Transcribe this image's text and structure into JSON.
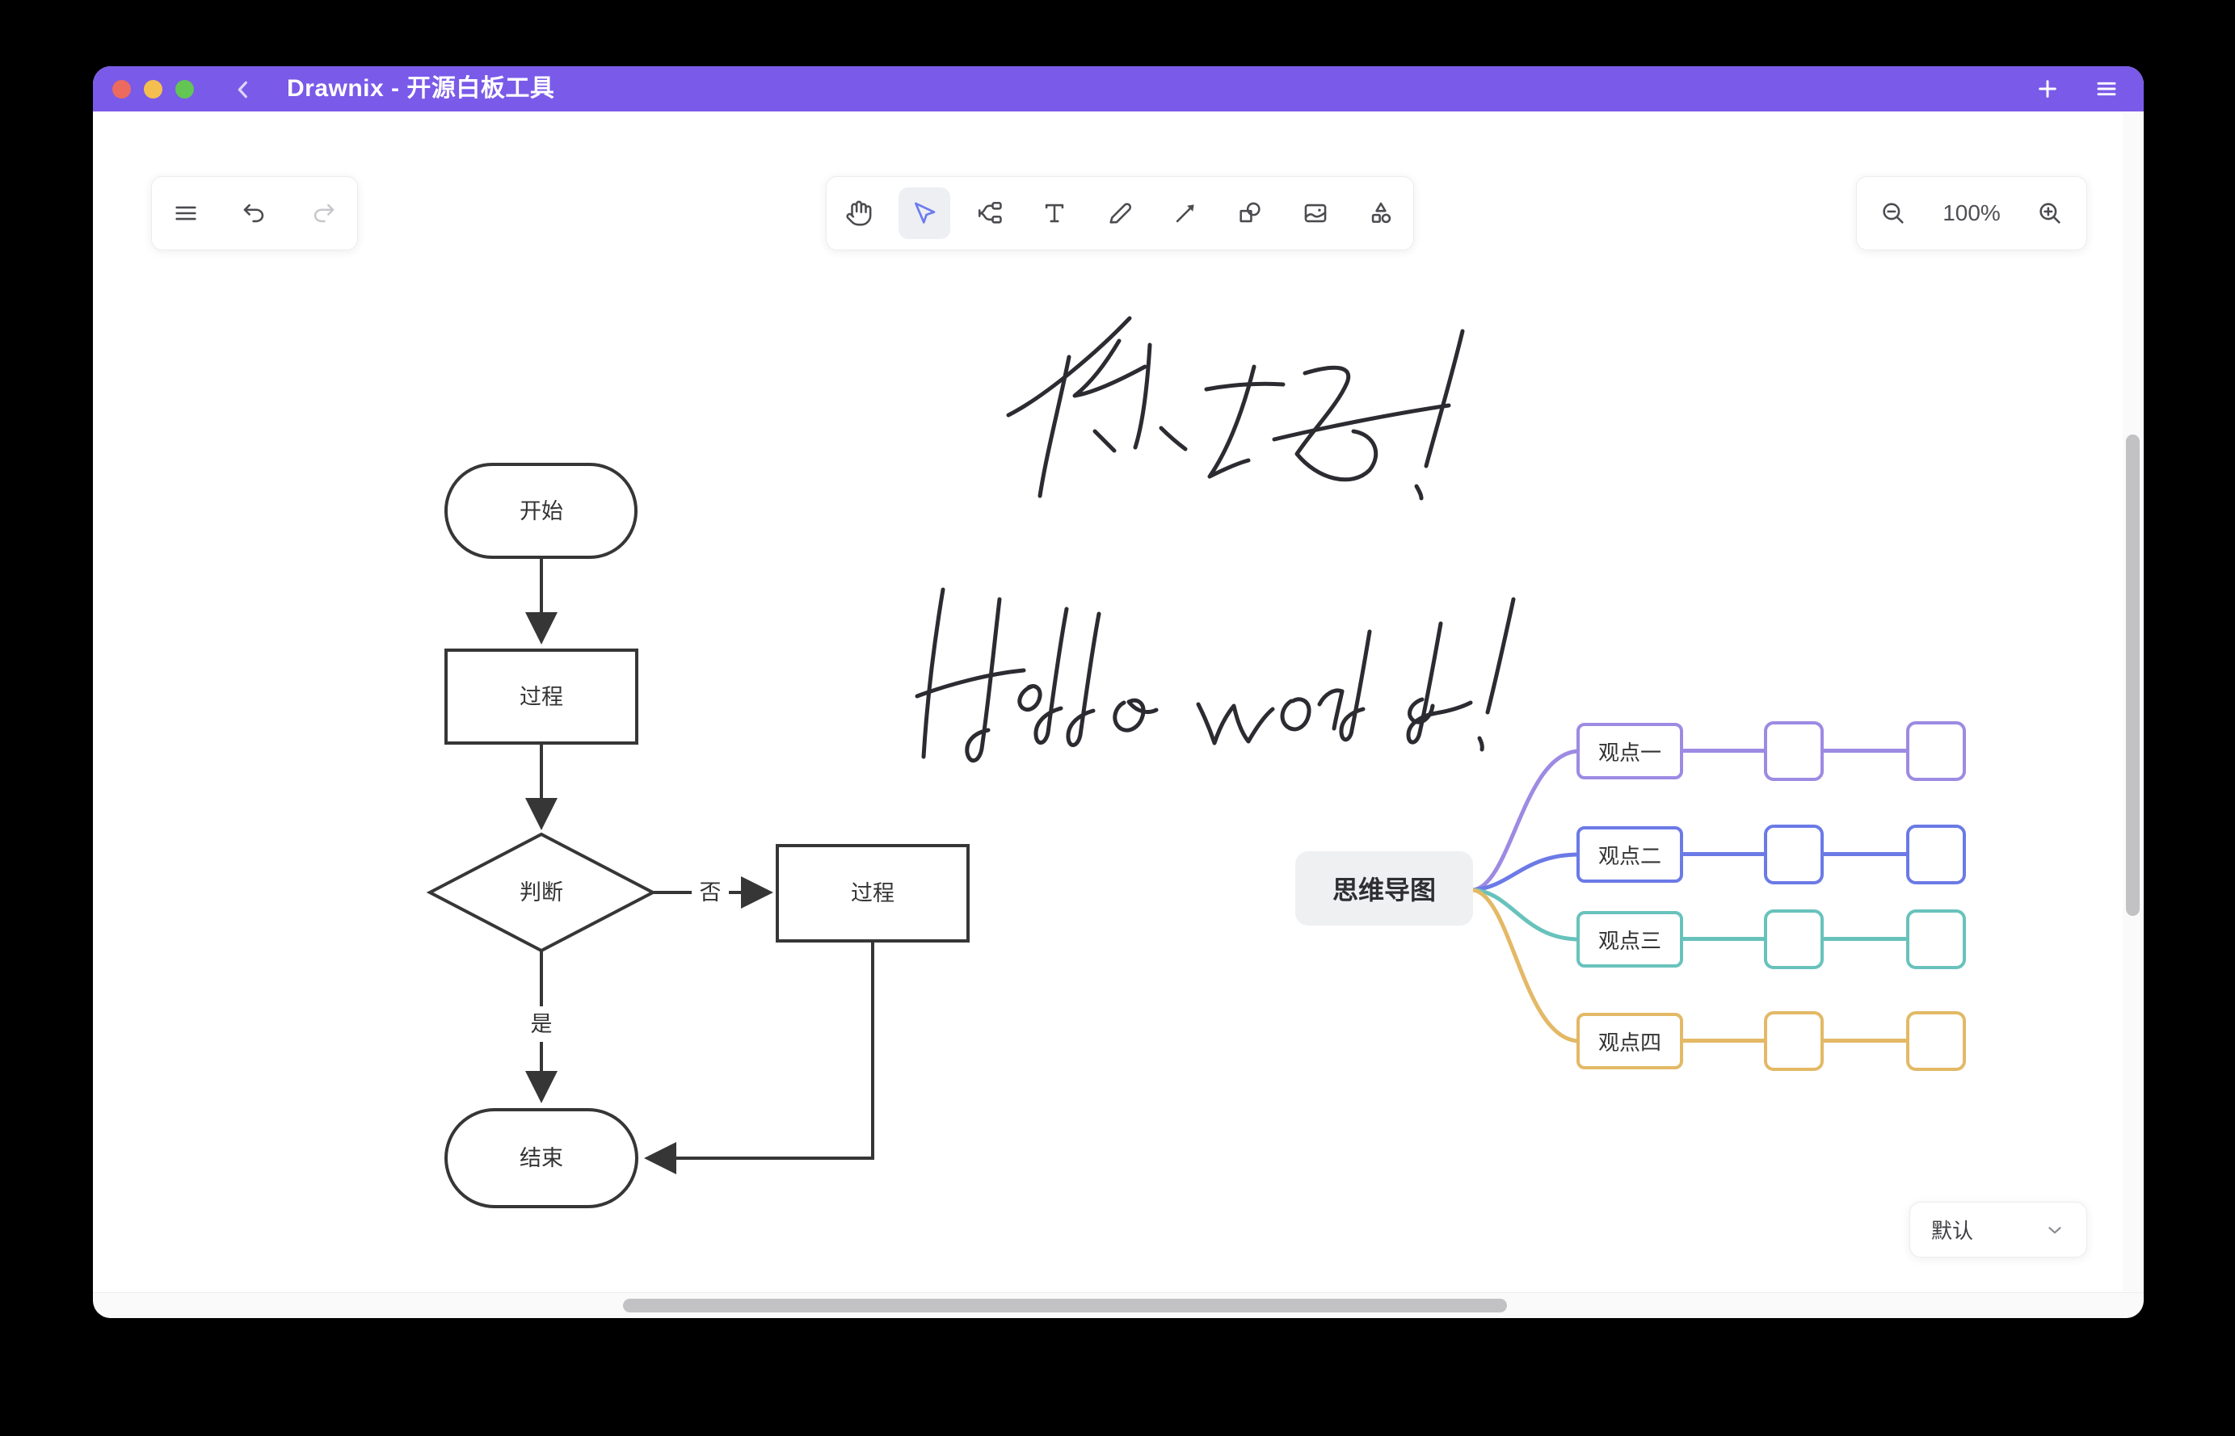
{
  "titlebar": {
    "title": "Drawnix - 开源白板工具",
    "bg_color": "#7a5ae8",
    "traffic_lights": {
      "close": "#ec6a5e",
      "minimize": "#f5bf4f",
      "maximize": "#62c554"
    }
  },
  "left_toolbar": {
    "buttons": [
      {
        "name": "app-menu",
        "icon": "hamburger-icon"
      },
      {
        "name": "undo",
        "icon": "undo-icon",
        "enabled": true
      },
      {
        "name": "redo",
        "icon": "redo-icon",
        "enabled": false
      }
    ]
  },
  "main_toolbar": {
    "active_color": "#6b7cf0",
    "tools": [
      {
        "name": "hand-tool",
        "icon": "hand-icon",
        "active": false
      },
      {
        "name": "selection-tool",
        "icon": "cursor-icon",
        "active": true
      },
      {
        "name": "mind-tool",
        "icon": "branch-icon",
        "active": false
      },
      {
        "name": "text-tool",
        "icon": "text-icon",
        "active": false
      },
      {
        "name": "pencil-tool",
        "icon": "pencil-icon",
        "active": false
      },
      {
        "name": "arrow-tool",
        "icon": "arrow-icon",
        "active": false
      },
      {
        "name": "shape-tool",
        "icon": "shapes-icon",
        "active": false
      },
      {
        "name": "image-tool",
        "icon": "image-icon",
        "active": false
      },
      {
        "name": "extra-shapes-tool",
        "icon": "shape-library-icon",
        "active": false
      }
    ]
  },
  "zoom_controls": {
    "zoom_out_icon": "zoom-out-icon",
    "level": "100%",
    "zoom_in_icon": "zoom-in-icon"
  },
  "flowchart": {
    "stroke_color": "#363636",
    "nodes": [
      {
        "id": "start",
        "shape": "stadium",
        "label": "开始"
      },
      {
        "id": "process1",
        "shape": "rect",
        "label": "过程"
      },
      {
        "id": "decision",
        "shape": "diamond",
        "label": "判断"
      },
      {
        "id": "process2",
        "shape": "rect",
        "label": "过程"
      },
      {
        "id": "end",
        "shape": "stadium",
        "label": "结束"
      }
    ],
    "edge_labels": {
      "no": "否",
      "yes": "是"
    }
  },
  "handwriting": {
    "line1": "你好!",
    "line2": "Hello world !",
    "ink_color": "#2b2b31"
  },
  "mindmap": {
    "root": {
      "label": "思维导图",
      "bg": "#eff0f2"
    },
    "branches": [
      {
        "label": "观点一",
        "color": "#9d8ae3"
      },
      {
        "label": "观点二",
        "color": "#6b7ae6"
      },
      {
        "label": "观点三",
        "color": "#68c2bc"
      },
      {
        "label": "观点四",
        "color": "#e3b966"
      }
    ]
  },
  "theme_select": {
    "value": "默认"
  }
}
